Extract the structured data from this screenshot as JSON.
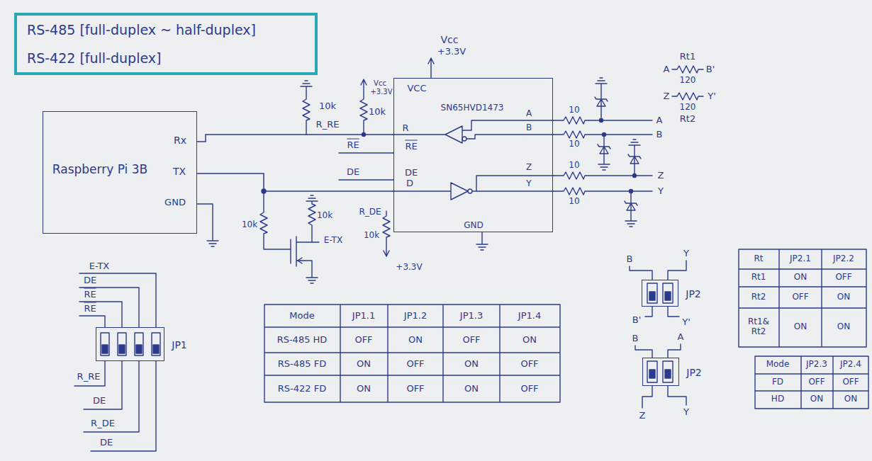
{
  "diagram": {
    "nodes": [
      {
        "text": [
          "RS-485 [full-duplex ~ half-duplex]",
          "RS-422 [full-duplex]"
        ]
      },
      {
        "text": [
          "Raspberry Pi 3B",
          "Rx",
          "TX",
          "GND"
        ]
      },
      {
        "text": [
          "VCC",
          "SN65HVD1473",
          "R",
          "RE",
          "DE",
          "D",
          "A",
          "B",
          "Z",
          "Y",
          "GND"
        ]
      },
      {
        "text": [
          "JP1"
        ]
      },
      {
        "text": [
          "JP2"
        ]
      },
      {
        "text": [
          "JP2"
        ]
      }
    ],
    "edges": [
      {
        "from": 1,
        "to": 2,
        "arrow": "none"
      },
      {
        "from": 1,
        "to": 2,
        "arrow": "none"
      }
    ],
    "labels": [
      "Vcc",
      "+3.3V",
      "10k",
      "R_RE",
      "Vcc",
      "+3.3V",
      "10k",
      "RE",
      "DE",
      "10",
      "10",
      "10",
      "10",
      "A",
      "B",
      "Z",
      "Y",
      "A",
      "Rt1",
      "B'",
      "120",
      "Z",
      "Y'",
      "120",
      "Rt2",
      "10k",
      "10k",
      "E-TX",
      "R_DE",
      "10k",
      "+3.3V",
      "E-TX",
      "DE",
      "RE",
      "RE",
      "R_RE",
      "DE",
      "R_DE",
      "DE",
      "Mode",
      "JP1.1",
      "JP1.2",
      "JP1.3",
      "JP1.4",
      "RS-485 HD",
      "OFF",
      "ON",
      "OFF",
      "ON",
      "RS-485 FD",
      "ON",
      "OFF",
      "ON",
      "OFF",
      "RS-422 FD",
      "ON",
      "OFF",
      "ON",
      "OFF",
      "B",
      "Y",
      "B'",
      "Y'",
      "B",
      "A",
      "Z",
      "Y",
      "Rt",
      "JP2.1",
      "JP2.2",
      "Rt1",
      "ON",
      "OFF",
      "Rt2",
      "OFF",
      "ON",
      "Rt1& Rt2",
      "ON",
      "ON",
      "Mode",
      "JP2.3",
      "JP2.4",
      "FD",
      "OFF",
      "OFF",
      "HD",
      "ON",
      "ON"
    ]
  }
}
